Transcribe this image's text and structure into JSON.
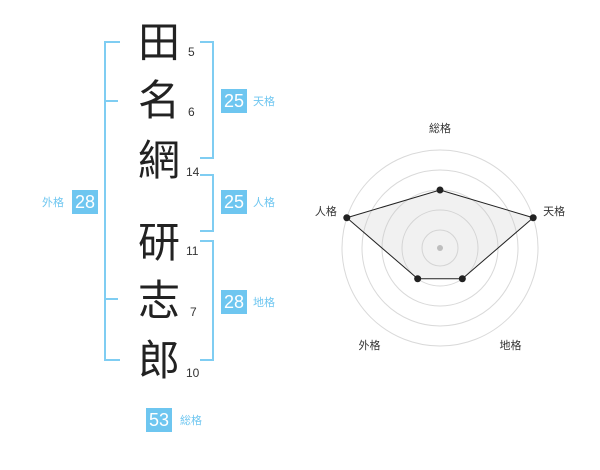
{
  "characters": [
    {
      "char": "田",
      "strokes": "5"
    },
    {
      "char": "名",
      "strokes": "6"
    },
    {
      "char": "網",
      "strokes": "14"
    },
    {
      "char": "研",
      "strokes": "11"
    },
    {
      "char": "志",
      "strokes": "7"
    },
    {
      "char": "郎",
      "strokes": "10"
    }
  ],
  "kakusu": {
    "tenkaku": {
      "value": "25",
      "label": "天格"
    },
    "jinkaku": {
      "value": "25",
      "label": "人格"
    },
    "chikaku": {
      "value": "28",
      "label": "地格"
    },
    "gaikaku": {
      "value": "28",
      "label": "外格"
    },
    "soukaku": {
      "value": "53",
      "label": "総格"
    }
  },
  "colors": {
    "accent": "#6ec6f0",
    "bracket": "#7fcdf2",
    "text": "#222222"
  },
  "chart_data": {
    "type": "radar",
    "axes": [
      "総格",
      "天格",
      "地格",
      "外格",
      "人格"
    ],
    "levels": 4,
    "values": [
      2,
      4,
      1,
      1,
      4
    ],
    "max": 4,
    "grid": true
  }
}
